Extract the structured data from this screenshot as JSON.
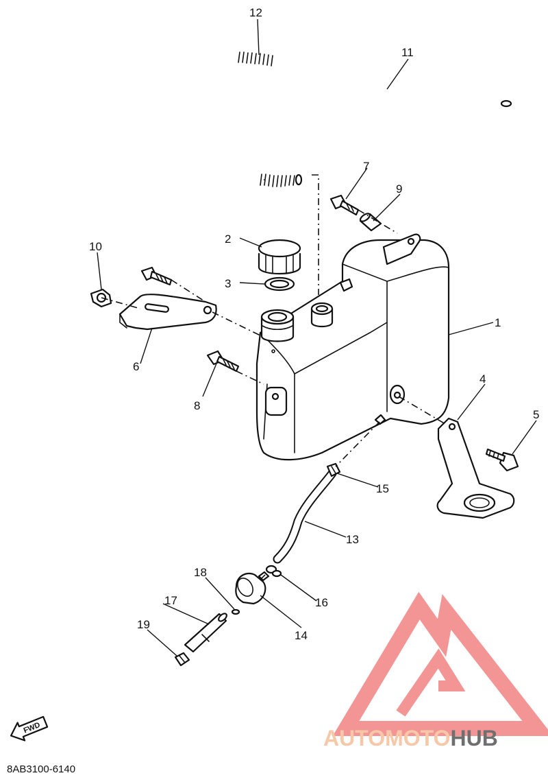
{
  "diagram": {
    "callouts": [
      "1",
      "2",
      "3",
      "4",
      "5",
      "6",
      "7",
      "8",
      "9",
      "10",
      "11",
      "12",
      "13",
      "14",
      "15",
      "16",
      "17",
      "18",
      "19"
    ],
    "drawing_code": "8AB3100-6140",
    "fwd_label": "FWD",
    "watermark": {
      "word_main": "AUTOMOTO",
      "word_accent": "HUB",
      "color_main": "#f6c8a8",
      "color_accent": "#6f6f6f",
      "logo_color": "#f28a8a"
    }
  }
}
